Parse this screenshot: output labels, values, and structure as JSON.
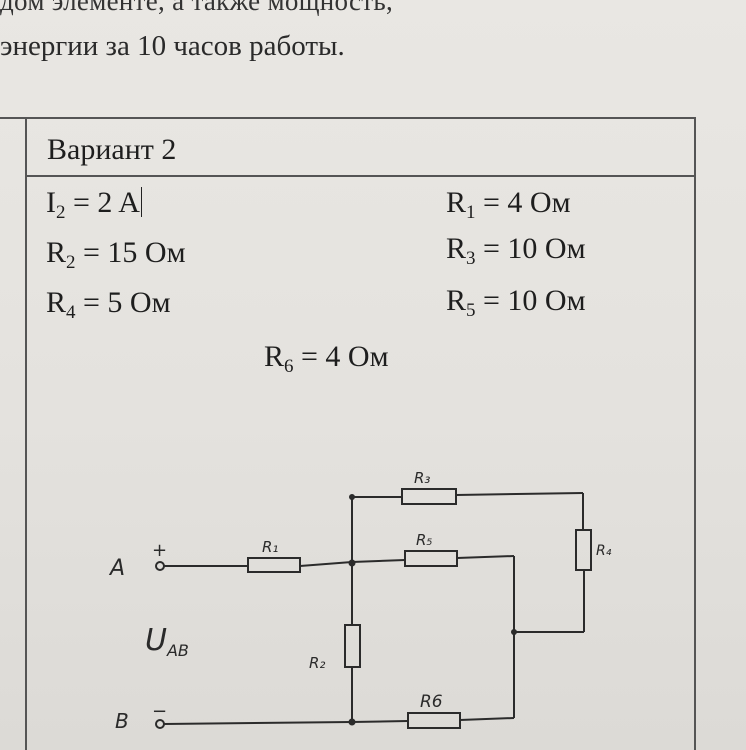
{
  "header": {
    "line1": "дом элементе, а также мощность,",
    "line2": "энергии за 10 часов работы."
  },
  "variant": {
    "title": "Вариант 2"
  },
  "givens": {
    "i2": {
      "symbol": "I",
      "sub": "2",
      "rest": " = 2 A"
    },
    "r1": {
      "symbol": "R",
      "sub": "1",
      "rest": " = 4 Ом"
    },
    "r2": {
      "symbol": "R",
      "sub": "2",
      "rest": " = 15 Ом"
    },
    "r3": {
      "symbol": "R",
      "sub": "3",
      "rest": " = 10 Ом"
    },
    "r4": {
      "symbol": "R",
      "sub": "4",
      "rest": " = 5 Ом"
    },
    "r5": {
      "symbol": "R",
      "sub": "5",
      "rest": " = 10 Ом"
    },
    "r6": {
      "symbol": "R",
      "sub": "6",
      "rest": " = 4 Ом"
    }
  },
  "circuit": {
    "node_a": "A",
    "node_b": "B",
    "plus": "+",
    "minus": "−",
    "voltage_main": "U",
    "voltage_sub": "AB",
    "labels": {
      "r1": "R₁",
      "r2": "R₂",
      "r3": "R₃",
      "r4": "R₄",
      "r5": "R₅",
      "r6": "R6"
    }
  }
}
